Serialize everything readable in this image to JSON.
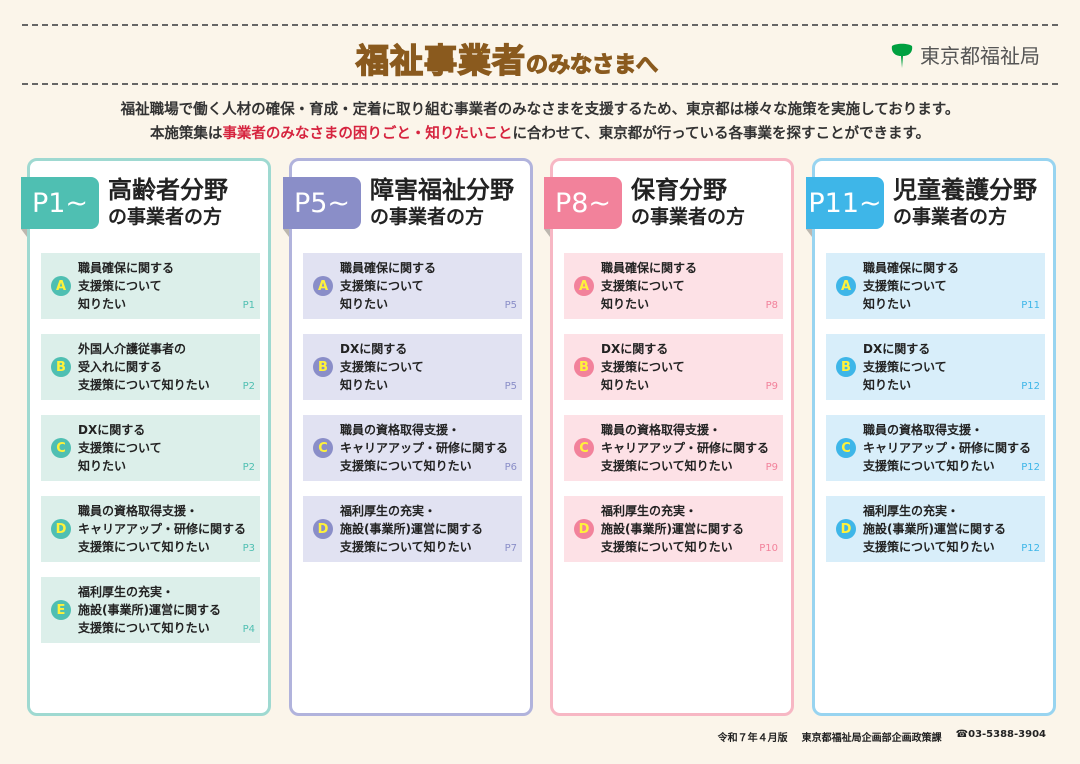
{
  "header": {
    "title_main": "福祉事業者",
    "title_sub": "のみなさまへ",
    "logo_text": "東京都福祉局",
    "logo_color": "#00a040"
  },
  "intro": {
    "line1": "福祉職場で働く人材の確保・育成・定着に取り組む事業者のみなさまを支援するため、東京都は様々な施策を実施しております。",
    "line2_a": "本施策集は",
    "line2_highlight": "事業者のみなさまの困りごと・知りたいこと",
    "line2_b": "に合わせて、東京都が行っている各事業を探すことができます。"
  },
  "columns": [
    {
      "tab": "P1~",
      "title1": "高齢者分野",
      "title2": "の事業者の方",
      "color": "#4fbfb2",
      "light": "#dcefea",
      "border": "#9fd9d1",
      "items": [
        {
          "letter": "A",
          "text": "職員確保に関する\n支援策について\n知りたい",
          "page": "P1"
        },
        {
          "letter": "B",
          "text": "外国人介護従事者の\n受入れに関する\n支援策について知りたい",
          "page": "P2"
        },
        {
          "letter": "C",
          "text": "DXに関する\n支援策について\n知りたい",
          "page": "P2"
        },
        {
          "letter": "D",
          "text": "職員の資格取得支援・\nキャリアアップ・研修に関する\n支援策について知りたい",
          "page": "P3"
        },
        {
          "letter": "E",
          "text": "福利厚生の充実・\n施設(事業所)運営に関する\n支援策について知りたい",
          "page": "P4"
        }
      ]
    },
    {
      "tab": "P5~",
      "title1": "障害福祉分野",
      "title2": "の事業者の方",
      "color": "#8a8ec8",
      "light": "#e1e2f2",
      "border": "#b1b3dc",
      "items": [
        {
          "letter": "A",
          "text": "職員確保に関する\n支援策について\n知りたい",
          "page": "P5"
        },
        {
          "letter": "B",
          "text": "DXに関する\n支援策について\n知りたい",
          "page": "P5"
        },
        {
          "letter": "C",
          "text": "職員の資格取得支援・\nキャリアアップ・研修に関する\n支援策について知りたい",
          "page": "P6"
        },
        {
          "letter": "D",
          "text": "福利厚生の充実・\n施設(事業所)運営に関する\n支援策について知りたい",
          "page": "P7"
        }
      ]
    },
    {
      "tab": "P8~",
      "title1": "保育分野",
      "title2": "の事業者の方",
      "color": "#f2829b",
      "light": "#fde1e6",
      "border": "#f7b7c4",
      "items": [
        {
          "letter": "A",
          "text": "職員確保に関する\n支援策について\n知りたい",
          "page": "P8"
        },
        {
          "letter": "B",
          "text": "DXに関する\n支援策について\n知りたい",
          "page": "P9"
        },
        {
          "letter": "C",
          "text": "職員の資格取得支援・\nキャリアアップ・研修に関する\n支援策について知りたい",
          "page": "P9"
        },
        {
          "letter": "D",
          "text": "福利厚生の充実・\n施設(事業所)運営に関する\n支援策について知りたい",
          "page": "P10"
        }
      ]
    },
    {
      "tab": "P11~",
      "title1": "児童養護分野",
      "title2": "の事業者の方",
      "color": "#3eb6e8",
      "light": "#d8eefa",
      "border": "#98d4f0",
      "items": [
        {
          "letter": "A",
          "text": "職員確保に関する\n支援策について\n知りたい",
          "page": "P11"
        },
        {
          "letter": "B",
          "text": "DXに関する\n支援策について\n知りたい",
          "page": "P12"
        },
        {
          "letter": "C",
          "text": "職員の資格取得支援・\nキャリアアップ・研修に関する\n支援策について知りたい",
          "page": "P12"
        },
        {
          "letter": "D",
          "text": "福利厚生の充実・\n施設(事業所)運営に関する\n支援策について知りたい",
          "page": "P12"
        }
      ]
    }
  ],
  "footer": {
    "edition": "令和７年４月版",
    "department": "東京都福祉局企画部企画政策課",
    "phone": "☎03-5388-3904"
  }
}
